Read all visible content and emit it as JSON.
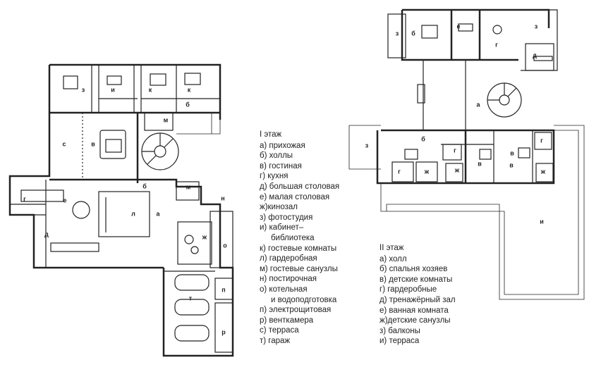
{
  "floor1": {
    "title": "I этаж",
    "items": [
      "а) прихожая",
      "б) холлы",
      "в) гостиная",
      "г) кухня",
      "д) большая столовая",
      "е) малая столовая",
      "ж)кинозал",
      "з) фотостудия",
      "и) кабинет–",
      "     библиотека",
      "к) гостевые комнаты",
      "л) гардеробная",
      "м) гостевые санузлы",
      "н) постирочная",
      "о) котельная",
      "     и водоподготовка",
      "п) электрощитовая",
      "р) венткамера",
      "с) терраса",
      "т) гараж"
    ],
    "labels": [
      "з",
      "и",
      "к",
      "к",
      "б",
      "м",
      "с",
      "в",
      "б",
      "м",
      "н",
      "г",
      "е",
      "л",
      "а",
      "д",
      "ж",
      "о",
      "т",
      "п",
      "р"
    ]
  },
  "floor2": {
    "title": "II этаж",
    "items": [
      "а) холл",
      "б) спальня хозяев",
      "в) детские комнаты",
      "г) гардеробные",
      "д) тренажёрный зал",
      "е) ванная комната",
      "ж)детские санузлы",
      "з) балконы",
      "и) терраса"
    ],
    "labels": [
      "з",
      "б",
      "е",
      "г",
      "з",
      "д",
      "а",
      "з",
      "б",
      "г",
      "в",
      "в",
      "г",
      "ж",
      "ж",
      "в",
      "г",
      "ж",
      "и"
    ]
  }
}
